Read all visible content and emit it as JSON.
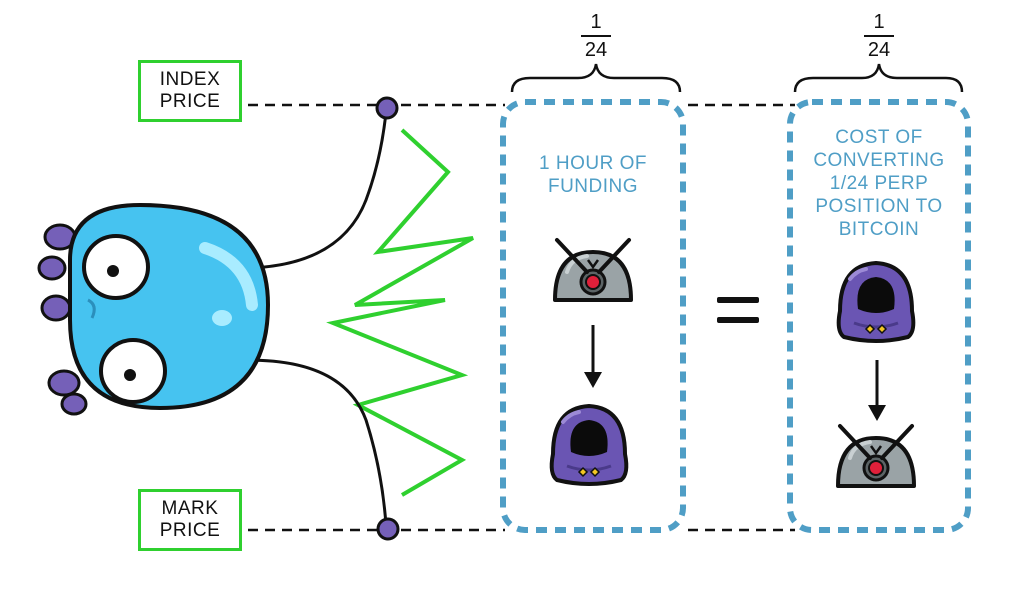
{
  "labels": {
    "index_price": [
      "INDEX",
      "PRICE"
    ],
    "mark_price": [
      "MARK",
      "PRICE"
    ]
  },
  "fractions": {
    "left": {
      "numerator": "1",
      "denominator": "24"
    },
    "right": {
      "numerator": "1",
      "denominator": "24"
    }
  },
  "panels": {
    "left_title": [
      "1 HOUR OF",
      "FUNDING"
    ],
    "right_title": [
      "COST OF",
      "CONVERTING",
      "1/24 PERP",
      "POSITION TO",
      "BITCOIN"
    ]
  },
  "colors": {
    "accent_green": "#2fd02f",
    "panel_blue": "#4f9ec6",
    "creature_blue": "#46c3f0",
    "hood_purple": "#6a55b3",
    "coin_grey": "#9aa3a6"
  },
  "icons": {
    "creature": "blue-blob-creature-icon",
    "index_dot": "purple-dot-icon",
    "robot": "robot-coin-icon",
    "hood": "hooded-figure-icon"
  }
}
